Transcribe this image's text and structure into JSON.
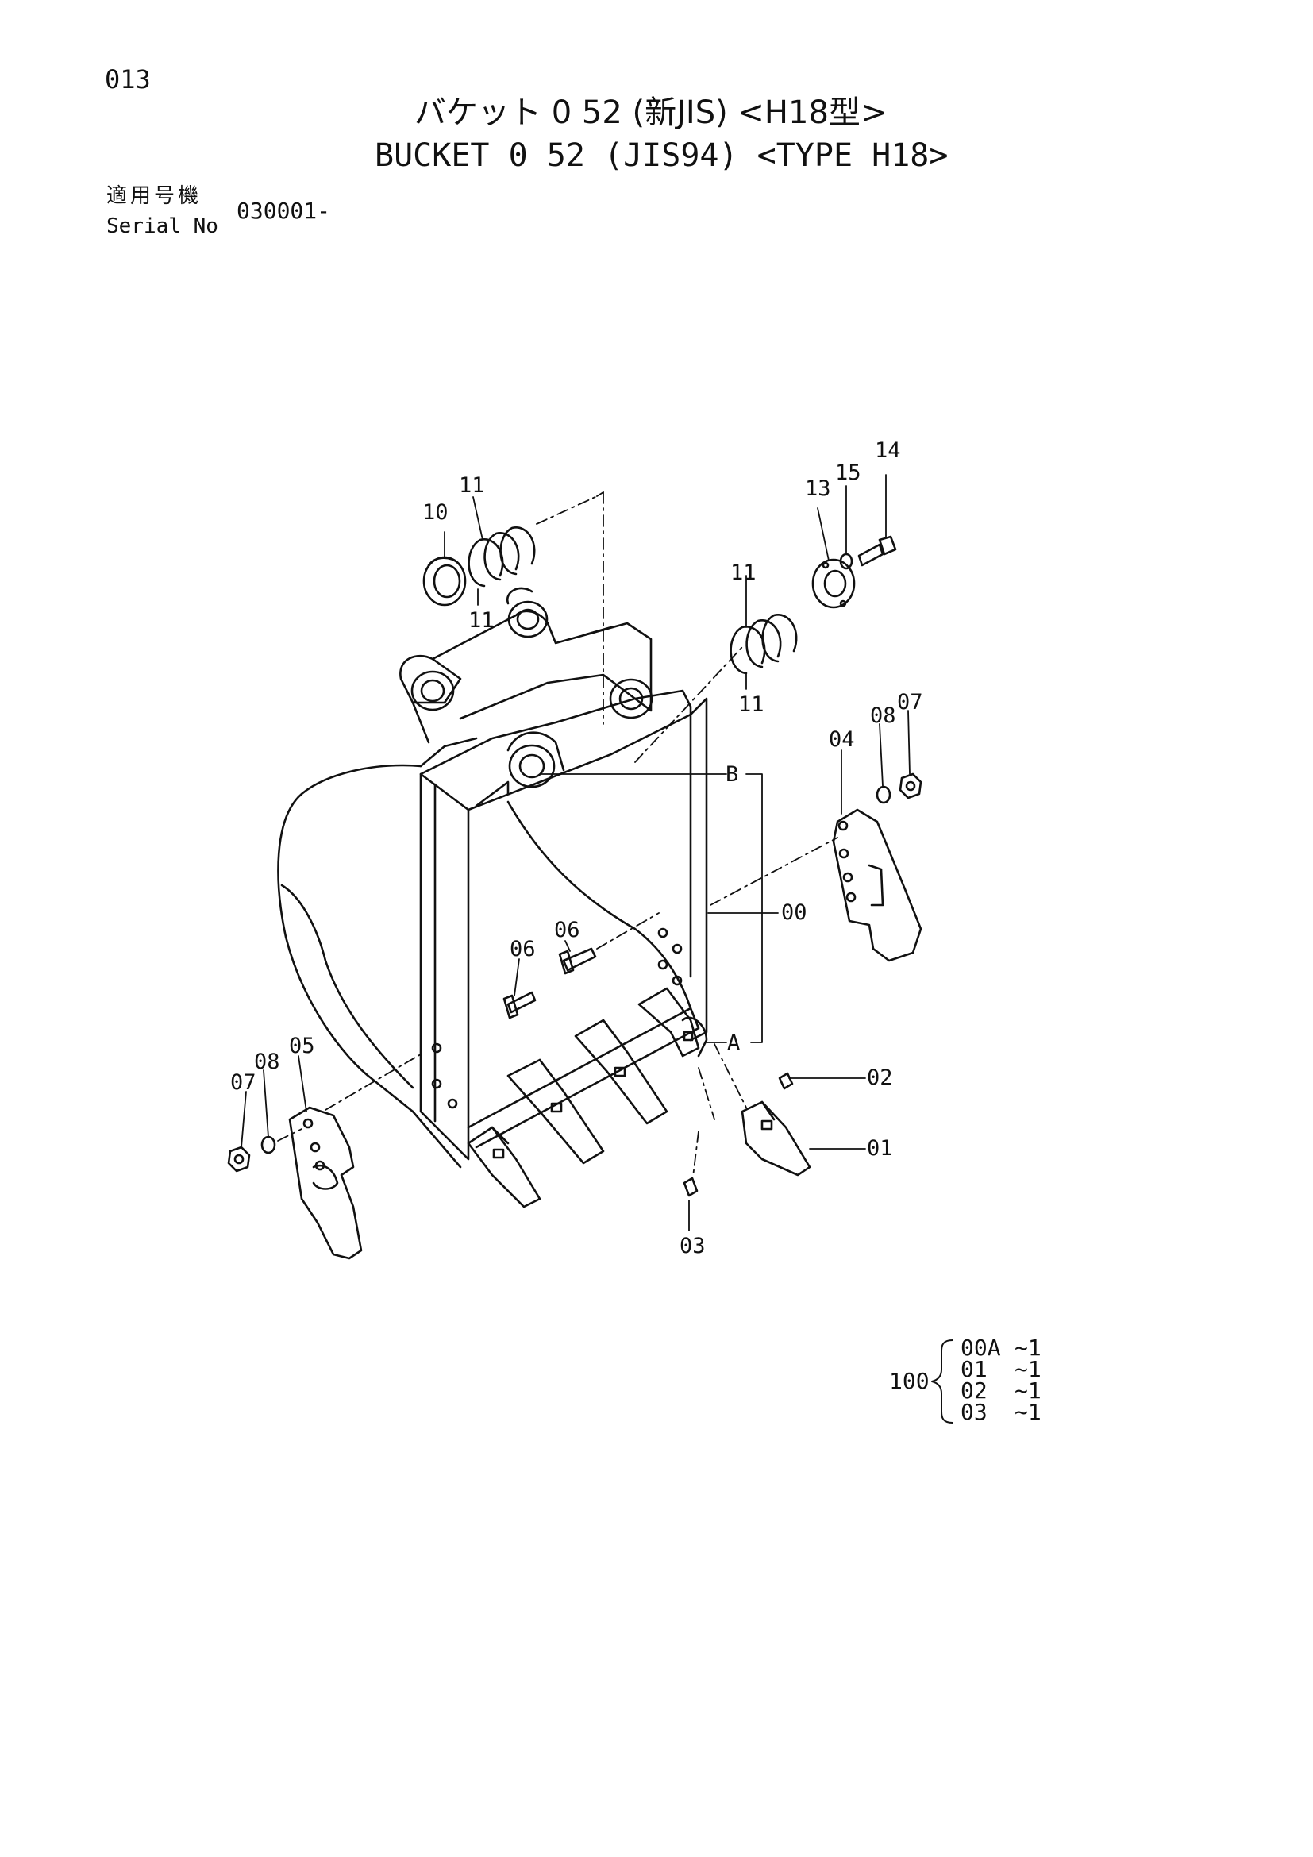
{
  "page_number": "013",
  "title": {
    "japanese": "バケット 0 52 (新JIS) <H18型>",
    "english": "BUCKET 0 52 (JIS94) <TYPE H18>"
  },
  "serial": {
    "label_japanese": "適用号機",
    "label_english": "Serial No",
    "value": "030001-"
  },
  "callouts": {
    "p14": "14",
    "p15": "15",
    "p13": "13",
    "p10": "10",
    "p11a": "11",
    "p11b": "11",
    "p11c": "11",
    "p11d": "11",
    "p04": "04",
    "p08r": "08",
    "p07r": "07",
    "pB": "B",
    "p00": "00",
    "pA": "A",
    "p06a": "06",
    "p06b": "06",
    "p05": "05",
    "p07l": "07",
    "p08l": "08",
    "p02": "02",
    "p01": "01",
    "p03": "03"
  },
  "parts_set": {
    "number": "100",
    "items": [
      {
        "part": "00A",
        "qty": "~1"
      },
      {
        "part": "01",
        "qty": "~1"
      },
      {
        "part": "02",
        "qty": "~1"
      },
      {
        "part": "03",
        "qty": "~1"
      }
    ]
  }
}
